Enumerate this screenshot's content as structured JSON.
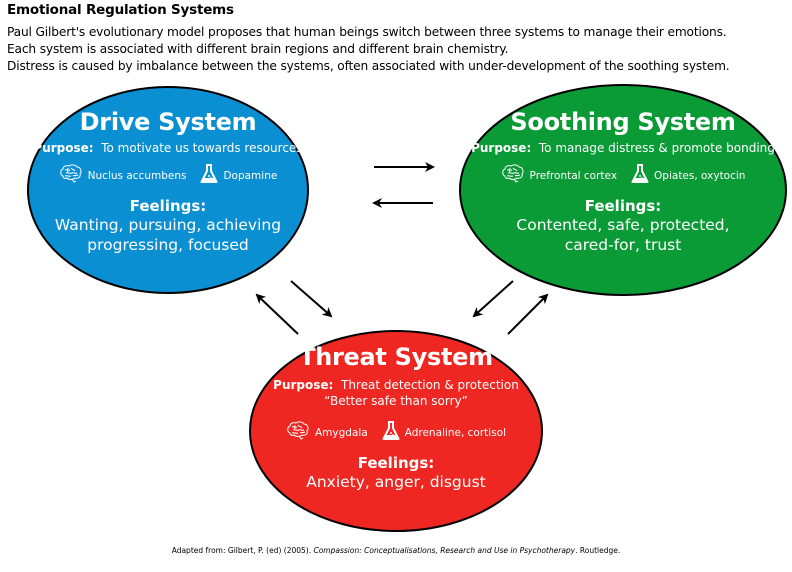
{
  "header": {
    "title": "Emotional Regulation Systems",
    "intro_lines": [
      "Paul Gilbert's evolutionary model proposes that human beings switch between three systems to manage their emotions.",
      "Each system is associated with different brain regions and different brain chemistry.",
      "Distress is caused by imbalance between the systems, often associated with under-development of the soothing system."
    ]
  },
  "colors": {
    "drive": "#0b8fd3",
    "soothing": "#0a9a36",
    "threat": "#ee2722",
    "outline": "#000000",
    "text_on_node": "#ffffff"
  },
  "systems": {
    "drive": {
      "title": "Drive System",
      "purpose_label": "Purpose:",
      "purpose": "To motivate us towards resources",
      "brain_icon": "brain-icon",
      "brain_region": "Nuclus accumbens",
      "chem_icon": "flask-icon",
      "chemistry": "Dopamine",
      "feelings_label": "Feelings:",
      "feelings_line1": "Wanting, pursuing, achieving",
      "feelings_line2": "progressing, focused"
    },
    "soothing": {
      "title": "Soothing System",
      "purpose_label": "Purpose:",
      "purpose": "To manage distress & promote bonding",
      "brain_icon": "brain-icon",
      "brain_region": "Prefrontal cortex",
      "chem_icon": "flask-icon",
      "chemistry": "Opiates, oxytocin",
      "feelings_label": "Feelings:",
      "feelings_line1": "Contented, safe, protected,",
      "feelings_line2": "cared-for, trust"
    },
    "threat": {
      "title": "Threat System",
      "purpose_label": "Purpose:",
      "purpose": "Threat detection & protection",
      "purpose_line2": "“Better safe than sorry”",
      "brain_icon": "brain-icon",
      "brain_region": "Amygdala",
      "chem_icon": "flask-icon",
      "chemistry": "Adrenaline, cortisol",
      "feelings_label": "Feelings:",
      "feelings_line1": "Anxiety, anger, disgust"
    }
  },
  "edges": [
    {
      "from": "drive",
      "to": "soothing"
    },
    {
      "from": "soothing",
      "to": "drive"
    },
    {
      "from": "drive",
      "to": "threat"
    },
    {
      "from": "threat",
      "to": "drive"
    },
    {
      "from": "soothing",
      "to": "threat"
    },
    {
      "from": "threat",
      "to": "soothing"
    }
  ],
  "citation": {
    "prefix": "Adapted from: Gilbert, P. (ed) (2005). ",
    "book": "Compassion: Conceptualisations, Research and Use in Psychotherapy",
    "suffix": ". Routledge."
  }
}
